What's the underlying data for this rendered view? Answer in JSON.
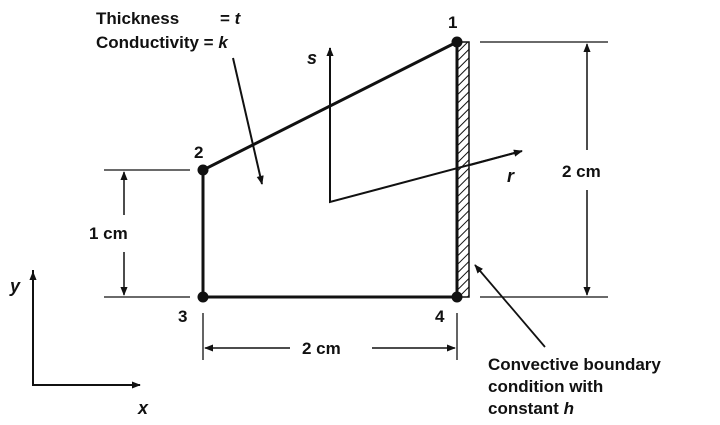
{
  "properties": {
    "thickness_label": "Thickness",
    "thickness_eq": "= ",
    "thickness_sym": "t",
    "conductivity_label": "Conductivity",
    "conductivity_eq": " = ",
    "conductivity_sym": "k"
  },
  "nodes": [
    "1",
    "2",
    "3",
    "4"
  ],
  "axes": {
    "local_s": "s",
    "local_r": "r",
    "global_y": "y",
    "global_x": "x"
  },
  "dimensions": {
    "left_height": "1 cm",
    "right_height": "2 cm",
    "base_width": "2 cm"
  },
  "boundary": {
    "line1": "Convective boundary",
    "line2": "condition with",
    "line3_text": "constant ",
    "line3_sym": "h"
  },
  "colors": {
    "ink": "#111111",
    "background": "#ffffff"
  }
}
